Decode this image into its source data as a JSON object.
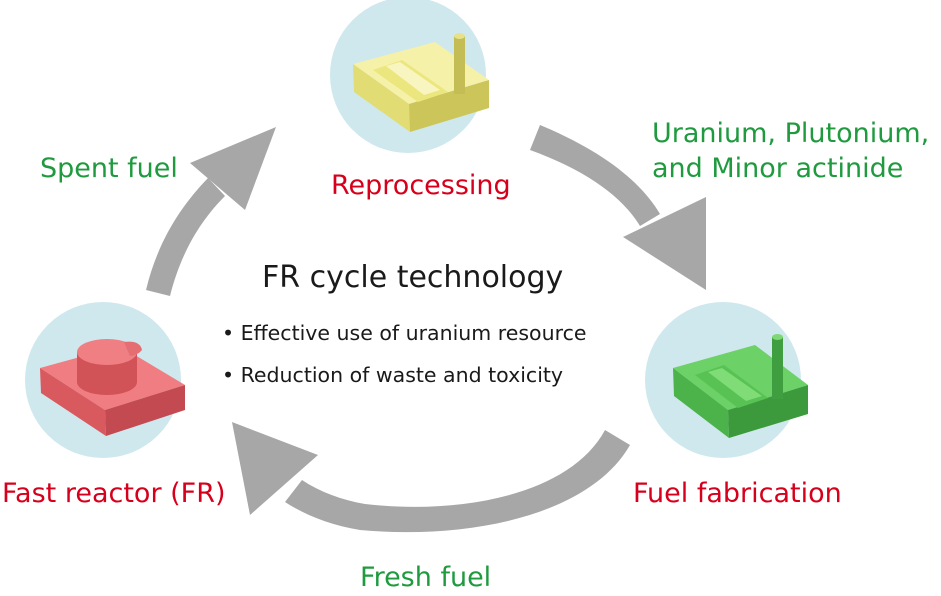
{
  "center": {
    "title": "FR cycle technology",
    "bullets": [
      "• Effective use of uranium resource",
      "• Reduction of waste and toxicity"
    ]
  },
  "nodes": {
    "reprocessing": {
      "label": "Reprocessing",
      "icon": "reprocessing-plant-icon",
      "color": "#efe98c"
    },
    "fuel_fabrication": {
      "label": "Fuel fabrication",
      "icon": "fuel-fabrication-plant-icon",
      "color": "#5fc95a"
    },
    "fast_reactor": {
      "label": "Fast reactor (FR)",
      "icon": "fast-reactor-icon",
      "color": "#ea6b70"
    }
  },
  "flows": {
    "spent_fuel": "Spent fuel",
    "actinides": [
      "Uranium, Plutonium,",
      "and Minor actinide"
    ],
    "fresh_fuel": "Fresh fuel"
  },
  "colors": {
    "node_label": "#d6001c",
    "flow_label": "#1f9a3e",
    "node_circle": "#cfe8ee",
    "arrow": "#a7a7a7"
  }
}
